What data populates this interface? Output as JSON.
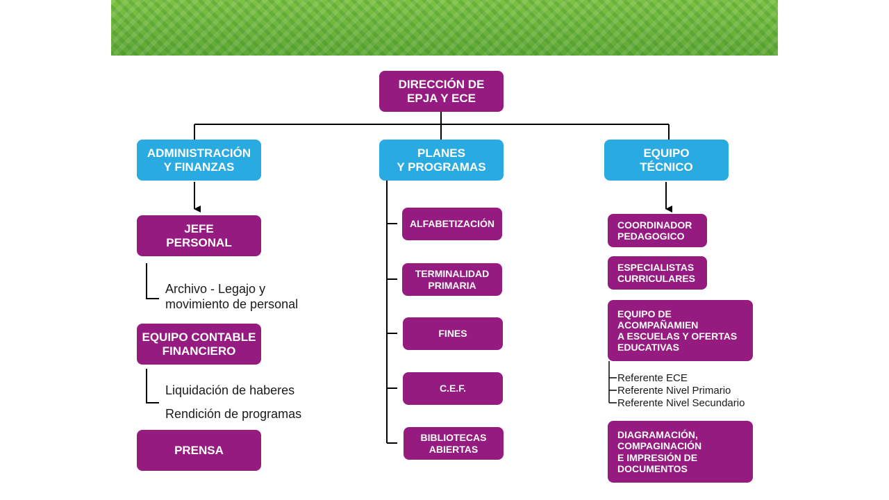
{
  "nodes": {
    "direccion": "DIRECCIÓN DE\nEPJA Y ECE",
    "administracion": "ADMINISTRACIÓN\nY FINANZAS",
    "planes": "PLANES\nY PROGRAMAS",
    "equipo_tecnico": "EQUIPO\nTÉCNICO",
    "jefe_personal": "JEFE\nPERSONAL",
    "equipo_contable": "EQUIPO CONTABLE\nFINANCIERO",
    "prensa": "PRENSA",
    "alfabetizacion": "ALFABETIZACIÓN",
    "terminalidad": "TERMINALIDAD\nPRIMARIA",
    "fines": "FINES",
    "cef": "C.E.F.",
    "bibliotecas": "BIBLIOTECAS\nABIERTAS",
    "coordinador": "COORDINADOR\nPEDAGOGICO",
    "especialistas": "ESPECIALISTAS\nCURRICULARES",
    "acompanamiento": "EQUIPO DE\nACOMPAÑAMIEN\nA ESCUELAS Y OFERTAS\nEDUCATIVAS",
    "diagramacion": "DIAGRAMACIÓN,\nCOMPAGINACIÓN\nE IMPRESIÓN DE\nDOCUMENTOS"
  },
  "texts": {
    "archivo": "Archivo - Legajo y\nmovimiento de personal",
    "liquidacion": "Liquidación de haberes",
    "rendicion": "Rendición de programas",
    "ref_ece": "Referente ECE",
    "ref_primario": "Referente Nivel Primario",
    "ref_secundario": "Referente Nivel Secundario"
  },
  "colors": {
    "primary_box": "#951b81",
    "secondary_box": "#29abe2",
    "banner": "#6cb33f"
  }
}
